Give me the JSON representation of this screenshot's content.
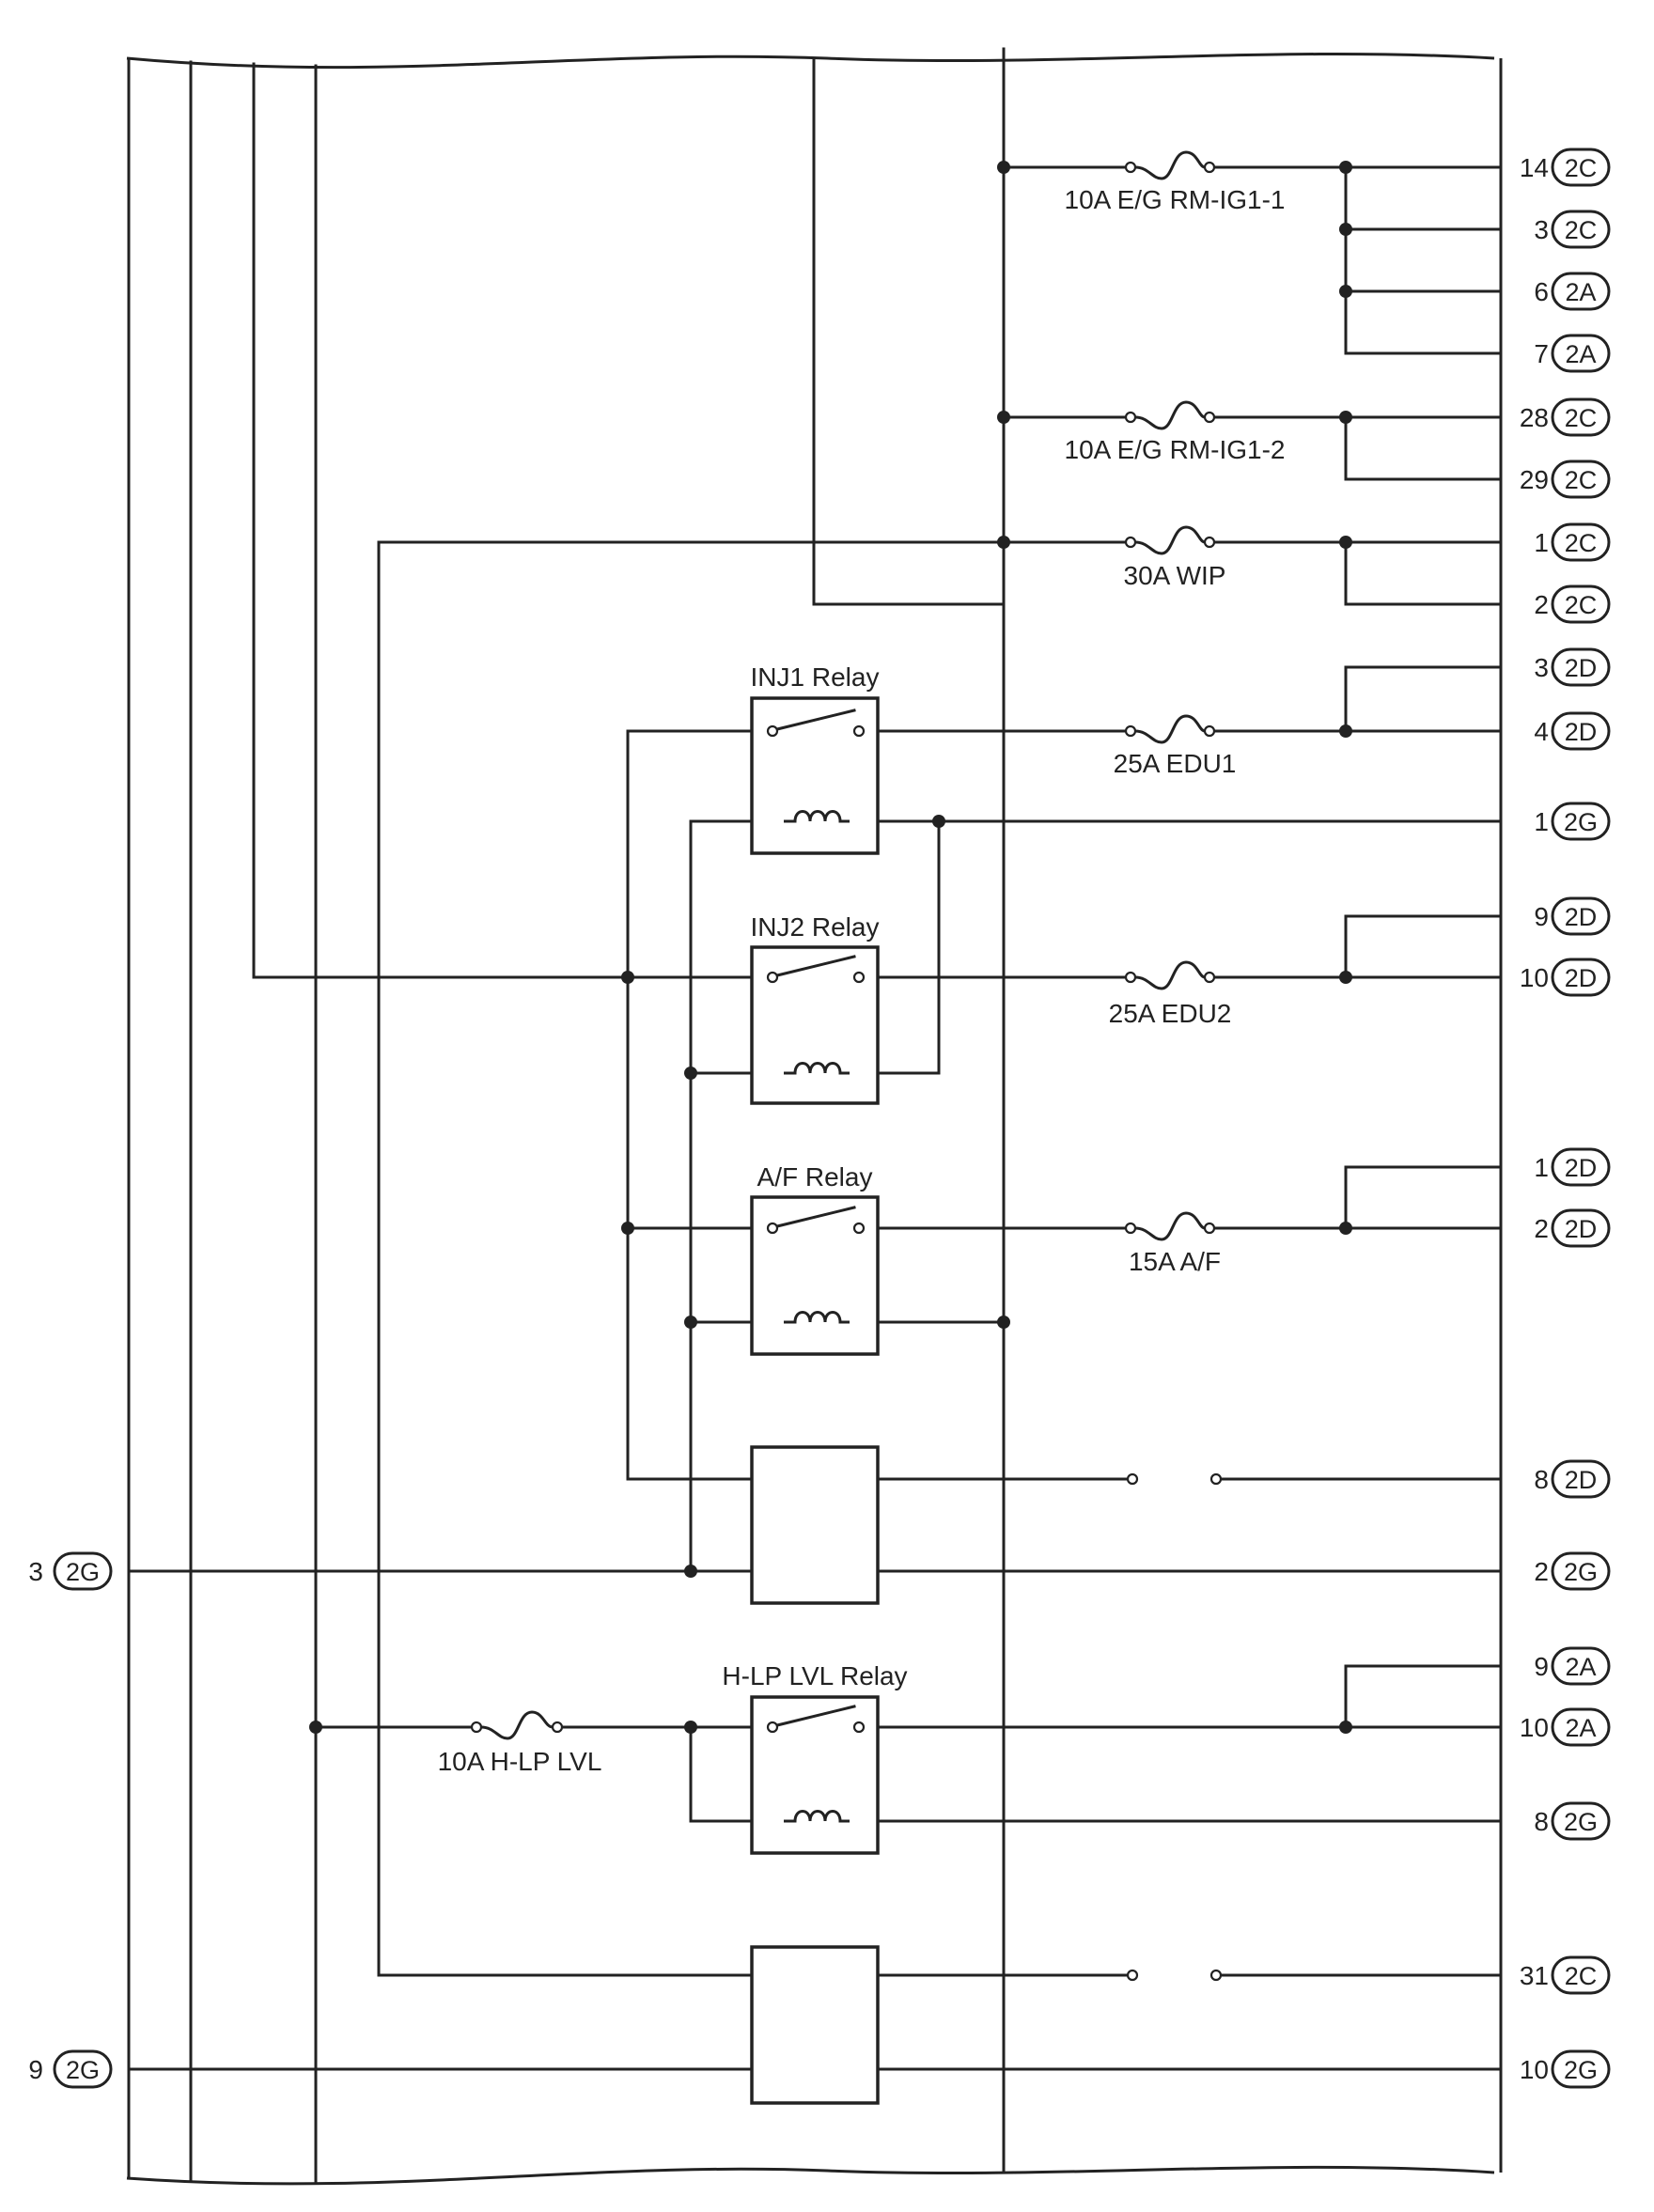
{
  "fuses": {
    "f1": "10A E/G RM-IG1-1",
    "f2": "10A E/G RM-IG1-2",
    "f3": "30A WIP",
    "f4": "25A EDU1",
    "f5": "25A EDU2",
    "f6": "15A A/F",
    "f7": "10A H-LP LVL"
  },
  "relays": {
    "inj1": "INJ1 Relay",
    "inj2": "INJ2 Relay",
    "af": "A/F Relay",
    "hlp": "H-LP LVL Relay"
  },
  "right_connectors": [
    {
      "pin": "14",
      "conn": "2C"
    },
    {
      "pin": "3",
      "conn": "2C"
    },
    {
      "pin": "6",
      "conn": "2A"
    },
    {
      "pin": "7",
      "conn": "2A"
    },
    {
      "pin": "28",
      "conn": "2C"
    },
    {
      "pin": "29",
      "conn": "2C"
    },
    {
      "pin": "1",
      "conn": "2C"
    },
    {
      "pin": "2",
      "conn": "2C"
    },
    {
      "pin": "3",
      "conn": "2D"
    },
    {
      "pin": "4",
      "conn": "2D"
    },
    {
      "pin": "1",
      "conn": "2G"
    },
    {
      "pin": "9",
      "conn": "2D"
    },
    {
      "pin": "10",
      "conn": "2D"
    },
    {
      "pin": "1",
      "conn": "2D"
    },
    {
      "pin": "2",
      "conn": "2D"
    },
    {
      "pin": "8",
      "conn": "2D"
    },
    {
      "pin": "2",
      "conn": "2G"
    },
    {
      "pin": "9",
      "conn": "2A"
    },
    {
      "pin": "10",
      "conn": "2A"
    },
    {
      "pin": "8",
      "conn": "2G"
    },
    {
      "pin": "31",
      "conn": "2C"
    },
    {
      "pin": "10",
      "conn": "2G"
    }
  ],
  "left_connectors": [
    {
      "pin": "3",
      "conn": "2G"
    },
    {
      "pin": "9",
      "conn": "2G"
    }
  ]
}
